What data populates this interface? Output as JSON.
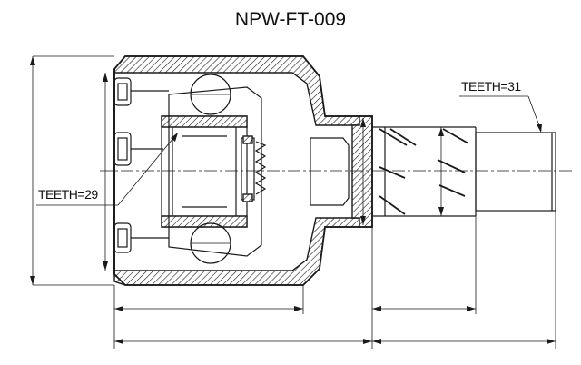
{
  "title": "NPW-FT-009",
  "labels": {
    "teeth_inner": "TEETH=29",
    "teeth_outer": "TEETH=31"
  },
  "colors": {
    "line": "#1a1a1a",
    "background": "#ffffff"
  }
}
